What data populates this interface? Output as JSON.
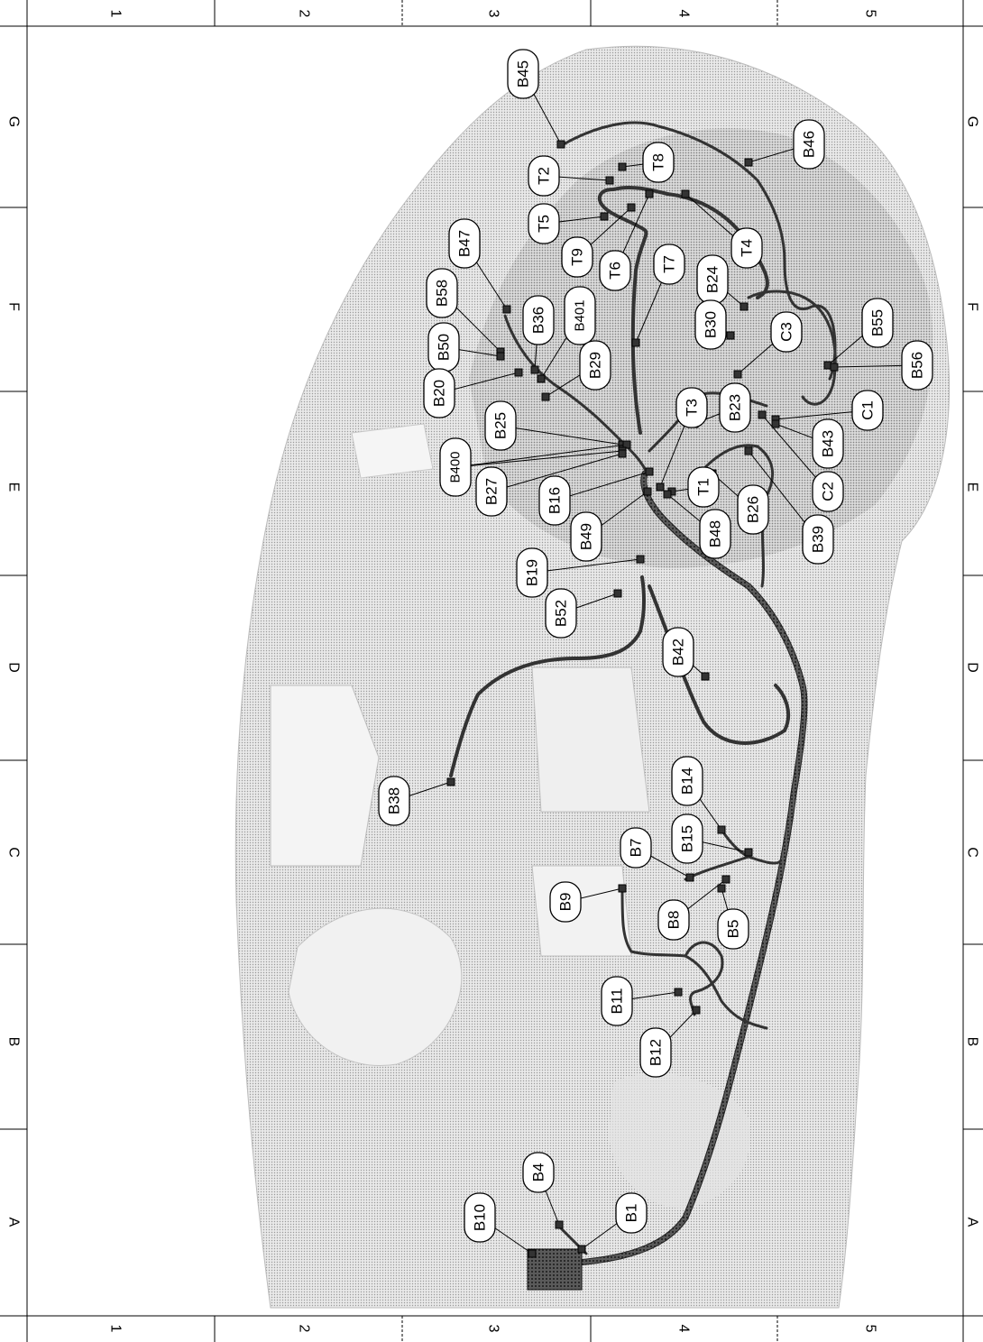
{
  "grid": {
    "columns": [
      "1",
      "2",
      "3",
      "4",
      "5"
    ],
    "rows": [
      "G",
      "F",
      "E",
      "D",
      "C",
      "B",
      "A"
    ]
  },
  "connectors": [
    {
      "id": "b45",
      "label": "B45"
    },
    {
      "id": "b46",
      "label": "B46"
    },
    {
      "id": "t2",
      "label": "T2"
    },
    {
      "id": "t8",
      "label": "T8"
    },
    {
      "id": "t5",
      "label": "T5"
    },
    {
      "id": "t4",
      "label": "T4"
    },
    {
      "id": "t9",
      "label": "T9"
    },
    {
      "id": "t6",
      "label": "T6"
    },
    {
      "id": "t7",
      "label": "T7"
    },
    {
      "id": "b24",
      "label": "B24"
    },
    {
      "id": "b47",
      "label": "B47"
    },
    {
      "id": "b58",
      "label": "B58"
    },
    {
      "id": "b36",
      "label": "B36"
    },
    {
      "id": "b401",
      "label": "B401"
    },
    {
      "id": "b30",
      "label": "B30"
    },
    {
      "id": "c3",
      "label": "C3"
    },
    {
      "id": "b55",
      "label": "B55"
    },
    {
      "id": "b50",
      "label": "B50"
    },
    {
      "id": "b29",
      "label": "B29"
    },
    {
      "id": "b56",
      "label": "B56"
    },
    {
      "id": "b20",
      "label": "B20"
    },
    {
      "id": "t3",
      "label": "T3"
    },
    {
      "id": "b23",
      "label": "B23"
    },
    {
      "id": "c1",
      "label": "C1"
    },
    {
      "id": "b25",
      "label": "B25"
    },
    {
      "id": "b43",
      "label": "B43"
    },
    {
      "id": "b400",
      "label": "B400"
    },
    {
      "id": "b27",
      "label": "B27"
    },
    {
      "id": "t1",
      "label": "T1"
    },
    {
      "id": "c2",
      "label": "C2"
    },
    {
      "id": "b16",
      "label": "B16"
    },
    {
      "id": "b26",
      "label": "B26"
    },
    {
      "id": "b49",
      "label": "B49"
    },
    {
      "id": "b48",
      "label": "B48"
    },
    {
      "id": "b39",
      "label": "B39"
    },
    {
      "id": "b19",
      "label": "B19"
    },
    {
      "id": "b52",
      "label": "B52"
    },
    {
      "id": "b42",
      "label": "B42"
    },
    {
      "id": "b38",
      "label": "B38"
    },
    {
      "id": "b14",
      "label": "B14"
    },
    {
      "id": "b7",
      "label": "B7"
    },
    {
      "id": "b15",
      "label": "B15"
    },
    {
      "id": "b9",
      "label": "B9"
    },
    {
      "id": "b8",
      "label": "B8"
    },
    {
      "id": "b5",
      "label": "B5"
    },
    {
      "id": "b11",
      "label": "B11"
    },
    {
      "id": "b12",
      "label": "B12"
    },
    {
      "id": "b4",
      "label": "B4"
    },
    {
      "id": "b10",
      "label": "B10"
    },
    {
      "id": "b1",
      "label": "B1"
    }
  ]
}
